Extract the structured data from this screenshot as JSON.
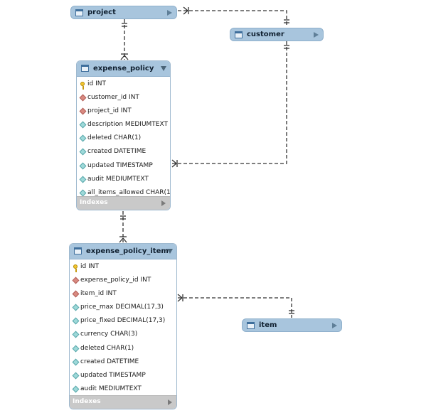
{
  "diagram": {
    "tables": {
      "project": {
        "name": "project"
      },
      "customer": {
        "name": "customer"
      },
      "item": {
        "name": "item"
      },
      "expense_policy": {
        "name": "expense_policy",
        "columns": [
          {
            "label": "id INT",
            "kind": "primary-key"
          },
          {
            "label": "customer_id INT",
            "kind": "foreign-key"
          },
          {
            "label": "project_id INT",
            "kind": "foreign-key"
          },
          {
            "label": "description MEDIUMTEXT",
            "kind": "column"
          },
          {
            "label": "deleted CHAR(1)",
            "kind": "column"
          },
          {
            "label": "created DATETIME",
            "kind": "column"
          },
          {
            "label": "updated TIMESTAMP",
            "kind": "column"
          },
          {
            "label": "audit MEDIUMTEXT",
            "kind": "column"
          },
          {
            "label": "all_items_allowed CHAR(1)",
            "kind": "column"
          }
        ],
        "footer": "Indexes"
      },
      "expense_policy_item": {
        "name": "expense_policy_item",
        "columns": [
          {
            "label": "id INT",
            "kind": "primary-key"
          },
          {
            "label": "expense_policy_id INT",
            "kind": "foreign-key"
          },
          {
            "label": "item_id INT",
            "kind": "foreign-key"
          },
          {
            "label": "price_max DECIMAL(17,3)",
            "kind": "column"
          },
          {
            "label": "price_fixed DECIMAL(17,3)",
            "kind": "column"
          },
          {
            "label": "currency CHAR(3)",
            "kind": "column"
          },
          {
            "label": "deleted CHAR(1)",
            "kind": "column"
          },
          {
            "label": "created DATETIME",
            "kind": "column"
          },
          {
            "label": "updated TIMESTAMP",
            "kind": "column"
          },
          {
            "label": "audit MEDIUMTEXT",
            "kind": "column"
          }
        ],
        "footer": "Indexes"
      }
    },
    "relationships": [
      {
        "from": "project",
        "to": "customer",
        "line_style": "dashed"
      },
      {
        "from": "project",
        "to": "expense_policy",
        "line_style": "dashed"
      },
      {
        "from": "customer",
        "to": "expense_policy",
        "line_style": "dashed"
      },
      {
        "from": "expense_policy",
        "to": "expense_policy_item",
        "line_style": "dashed"
      },
      {
        "from": "item",
        "to": "expense_policy_item",
        "line_style": "dashed"
      }
    ],
    "colors": {
      "table_header": "#a8c5dd",
      "table_border": "#8fb0cc",
      "indexes_bar": "#c9c9c9",
      "connector": "#333333",
      "primary_key": "#f2c530",
      "foreign_key": "#d98a80",
      "column": "#9ed9d9"
    }
  }
}
